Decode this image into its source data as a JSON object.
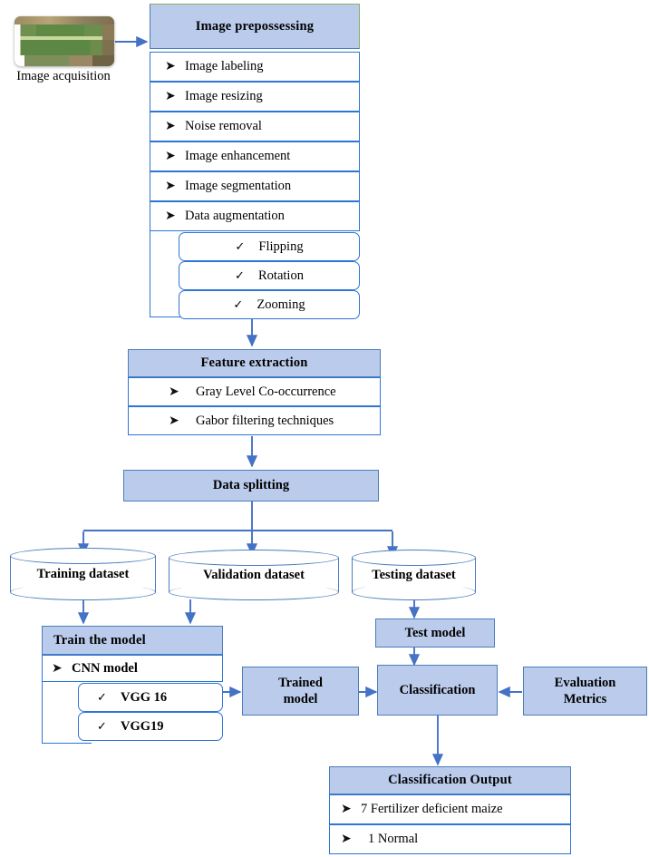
{
  "diagram": {
    "title": "Maize fertilizer deficiency classification pipeline",
    "colors": {
      "header_fill": "#bacbeb",
      "header_stroke": "#4a7ebb",
      "row_stroke": "#2e75d4",
      "arrow": "#4472c4",
      "accent_green": "#8faf5e"
    }
  },
  "acquisition": {
    "caption": "Image acquisition",
    "image_alt": "maize leaf photograph"
  },
  "preprocessing": {
    "header": "Image prepossessing",
    "bullet": "➤",
    "items": [
      "Image labeling",
      "Image resizing",
      "Noise removal",
      "Image enhancement",
      "Image segmentation",
      "Data augmentation"
    ],
    "check": "✓",
    "augmentation": [
      "Flipping",
      "Rotation",
      "Zooming"
    ]
  },
  "feature_extraction": {
    "header": "Feature extraction",
    "bullet": "➤",
    "items": [
      "Gray Level Co-occurrence",
      "Gabor filtering techniques"
    ]
  },
  "data_splitting": {
    "header": "Data splitting"
  },
  "datasets": [
    {
      "label": "Training dataset"
    },
    {
      "label": "Validation dataset"
    },
    {
      "label": "Testing dataset"
    }
  ],
  "train": {
    "header": "Train the model",
    "bullet": "➤",
    "model": "CNN model",
    "check": "✓",
    "variants": [
      "VGG 16",
      "VGG19"
    ]
  },
  "test_model": {
    "label": "Test model"
  },
  "trained_model": {
    "label": "Trained\nmodel",
    "line1": "Trained",
    "line2": "model"
  },
  "classification": {
    "label": "Classification"
  },
  "evaluation": {
    "line1": "Evaluation",
    "line2": "Metrics"
  },
  "output": {
    "header": "Classification Output",
    "bullet": "➤",
    "items": [
      "7 Fertilizer deficient maize",
      "1 Normal"
    ]
  }
}
